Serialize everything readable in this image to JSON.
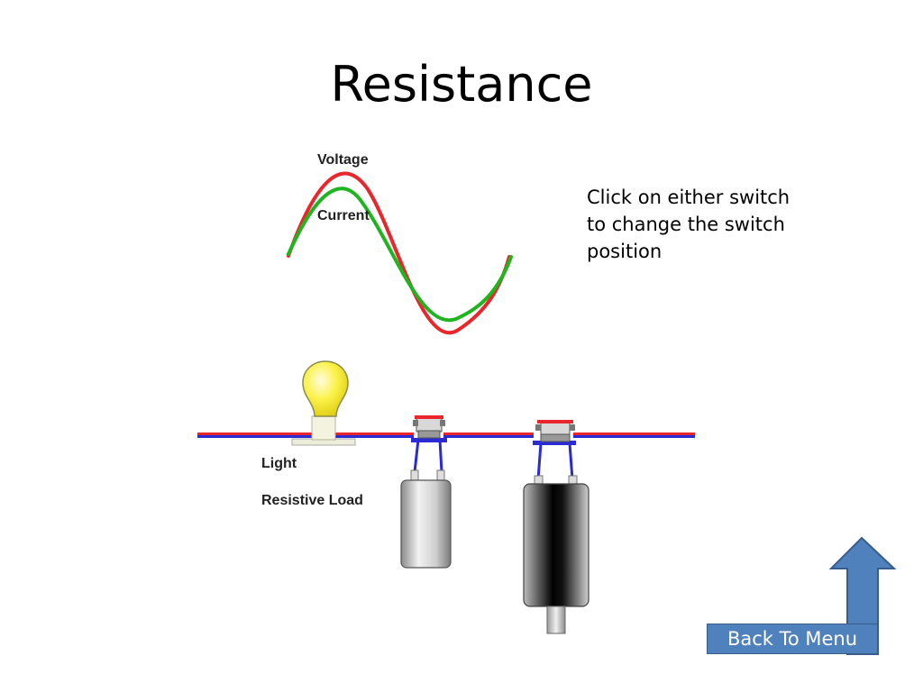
{
  "slide": {
    "title": "Resistance"
  },
  "instructions": {
    "lines": [
      "Click on either switch",
      "to change the switch",
      "position"
    ]
  },
  "waveform": {
    "voltage_label": "Voltage",
    "current_label": "Current",
    "voltage_color": "#e8262c",
    "current_color": "#1fb51f"
  },
  "circuit": {
    "light_label": "Light",
    "load_label": "Resistive Load",
    "wire_color_top": "#e8262c",
    "wire_color_bottom": "#2b2bd6"
  },
  "navigation": {
    "back_label": "Back To Menu",
    "arrow_color": "#4f81bd"
  }
}
